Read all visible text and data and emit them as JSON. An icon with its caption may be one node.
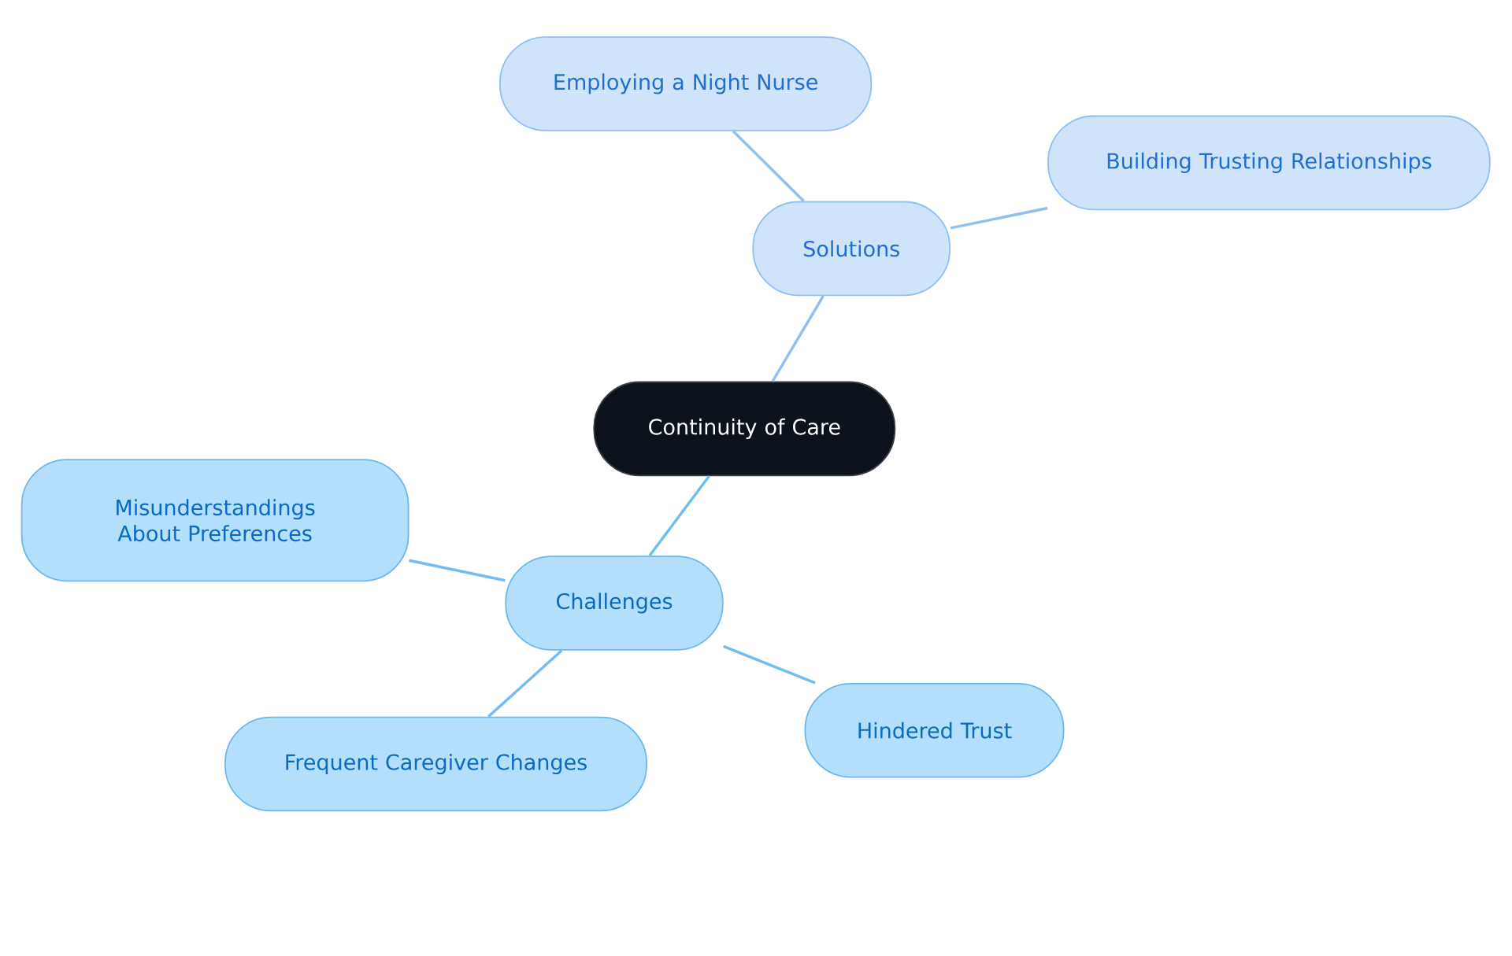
{
  "diagram": {
    "nodes": [
      {
        "text": [
          "Continuity of Care"
        ]
      },
      {
        "text": [
          "Solutions"
        ]
      },
      {
        "text": [
          "Employing a Night Nurse"
        ]
      },
      {
        "text": [
          "Building Trusting Relationships"
        ]
      },
      {
        "text": [
          "Challenges"
        ]
      },
      {
        "text": [
          "Misunderstandings About Preferences"
        ]
      },
      {
        "text": [
          "Frequent Caregiver Changes"
        ]
      },
      {
        "text": [
          "Hindered Trust"
        ]
      }
    ],
    "edges": [
      {
        "from": 0,
        "to": 1,
        "arrow": "none",
        "color": "#90c0f0"
      },
      {
        "from": 1,
        "to": 2,
        "arrow": "none",
        "color": "#90c0f0"
      },
      {
        "from": 1,
        "to": 3,
        "arrow": "none",
        "color": "#90c0f0"
      },
      {
        "from": 0,
        "to": 4,
        "arrow": "none"
      },
      {
        "from": 4,
        "to": 5,
        "arrow": "none"
      },
      {
        "from": 4,
        "to": 6,
        "arrow": "none"
      },
      {
        "from": 4,
        "to": 7,
        "arrow": "none"
      }
    ]
  }
}
